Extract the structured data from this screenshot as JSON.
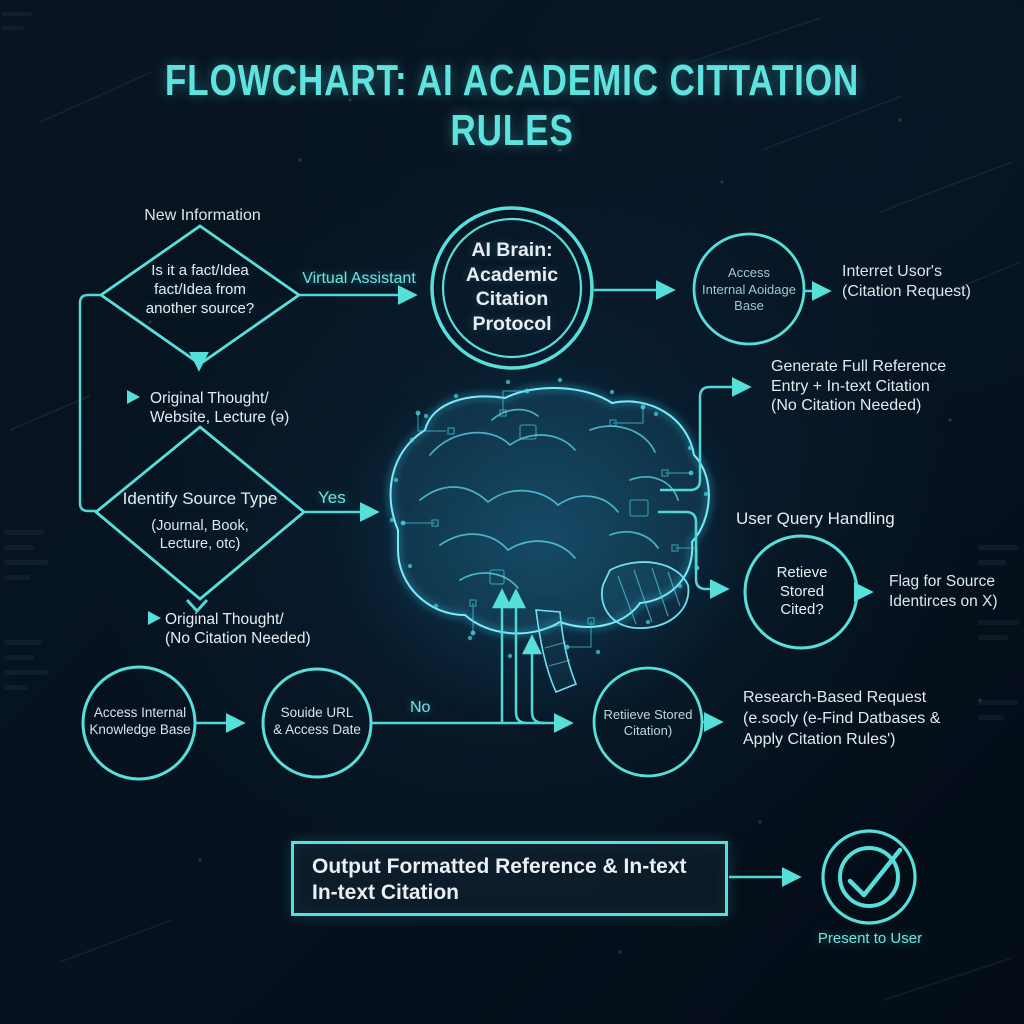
{
  "title": "FLOWCHART: AI ACADEMIC CITTATION RULES",
  "colors": {
    "accent": "#57dfda",
    "background": "#06121d",
    "text_primary": "#e7edf1",
    "text_muted": "#9fc9cc"
  },
  "labels": {
    "new_information": "New Information",
    "virtual_assistant": "Virtual Assistant",
    "yes": "Yes",
    "no": "No",
    "user_query_handling": "User Query Handling",
    "present_to_user": "Present to User"
  },
  "nodes": {
    "fact_diamond": "Is it a fact/Idea\nfact/Idea from\nanother source?",
    "ai_brain_circle": "AI Brain:\nAcademic\nCitation\nProtocol",
    "access_storage_circle": "Access\nInternal Aoidage\nBase",
    "interpret_request": "Interret Usor's\n(Citation Request)",
    "original_thought_website": "Original Thought/\nWebsite, Lecture (ə)",
    "generate_reference": "Generate Full Reference\nEntry + In-text Citation\n(No Citation Needed)",
    "identify_source_title": "Identify Source Type",
    "identify_source_sub": "(Journal, Book,\nLecture, otc)",
    "original_thought_no_citation": "Original Thought/\n(No Citation Needed)",
    "access_knowledge_circle": "Access Internal\nKnowledge Base",
    "source_url_circle": "Souide URL\n& Access Date",
    "retrieve_citation_circle": "Retiieve Stored\nCitation)",
    "research_request": "Research-Based Request\n(e.socly (e-Find Datbases &\nApply Citation Rules')",
    "retrieve_cited_circle": "Retieve\nStored\nCited?",
    "flag_source": "Flag for Source\nIdentirces on X)",
    "output_box": "Output Formatted Reference & In-text\nIn-text Citation"
  },
  "icons": {
    "present_check": "circle-checkmark"
  }
}
